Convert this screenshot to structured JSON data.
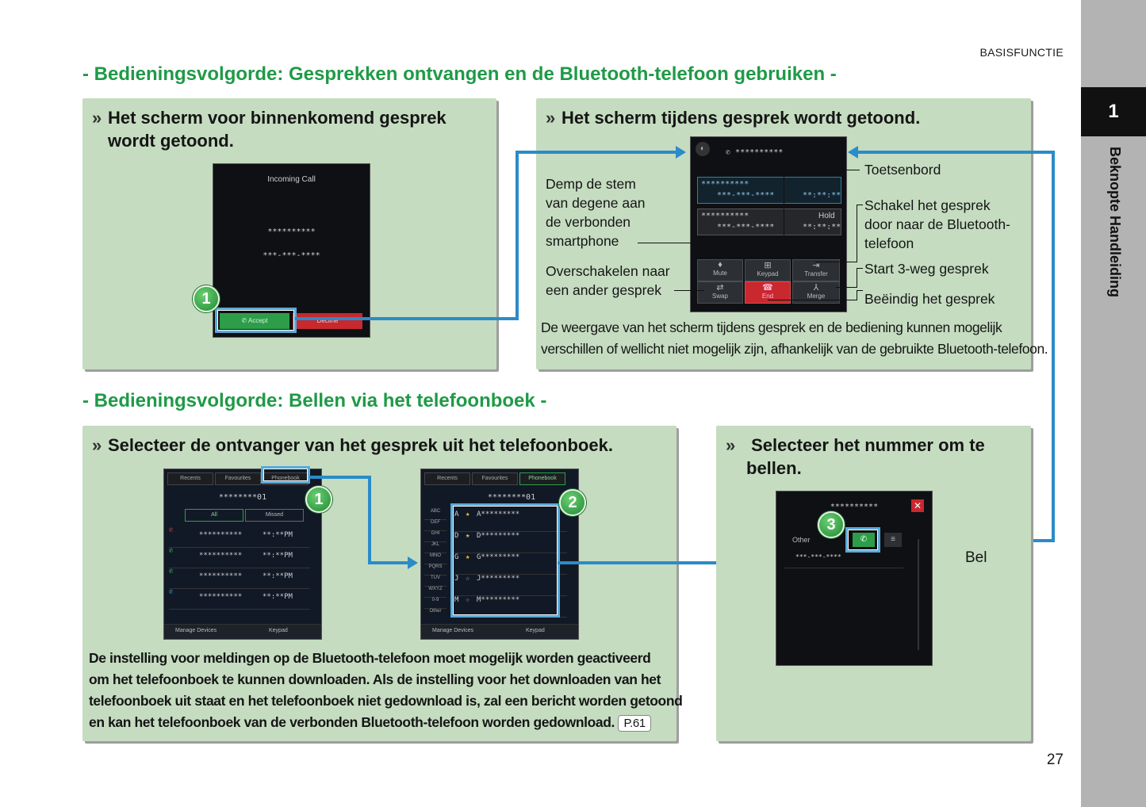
{
  "header": {
    "running_title": "BASISFUNCTIE",
    "page_number": "27",
    "chapter_number": "1",
    "chapter_title": "Beknopte Handleiding"
  },
  "section1": {
    "title": "- Bedieningsvolgorde: Gesprekken ontvangen en de Bluetooth-telefoon gebruiken -",
    "box_left": {
      "title_line1": "Het scherm voor binnenkomend gesprek",
      "title_line2": "wordt getoond.",
      "screen": {
        "heading": "Incoming Call",
        "name": "**********",
        "number": "***-***-****",
        "accept": "Accept",
        "decline": "Decline"
      },
      "step": "1"
    },
    "box_right": {
      "title": "Het scherm tijdens gesprek wordt getoond.",
      "labels": {
        "mute_line1": "Demp de stem",
        "mute_line2": "van degene aan",
        "mute_line3": "de verbonden",
        "mute_line4": "smartphone",
        "swap_line1": "Overschakelen naar",
        "swap_line2": "een ander gesprek",
        "keypad": "Toetsenbord",
        "transfer_line1": "Schakel het gesprek",
        "transfer_line2": "door naar de Bluetooth-",
        "transfer_line3": "telefoon",
        "merge": "Start 3-weg gesprek",
        "end": "Beëindig het gesprek"
      },
      "screen": {
        "title": "**********",
        "call1_name": "**********",
        "call1_number": "***-***-****",
        "call1_time": "**:**:**",
        "call2_name": "**********",
        "call2_number": "***-***-****",
        "call2_status": "Hold",
        "call2_time": "**:**:**",
        "buttons": [
          "Mute",
          "Keypad",
          "Transfer",
          "Swap",
          "End",
          "Merge"
        ]
      },
      "note_line1": "De weergave van het scherm tijdens gesprek en de bediening kunnen mogelijk",
      "note_line2": "verschillen of wellicht niet mogelijk zijn, afhankelijk van de gebruikte Bluetooth-telefoon."
    }
  },
  "section2": {
    "title": "- Bedieningsvolgorde: Bellen via het telefoonboek -",
    "box_left": {
      "title": "Selecteer de ontvanger van het gesprek uit het telefoonboek.",
      "screen1": {
        "tabs": [
          "Recents",
          "Favourites",
          "Phonebook"
        ],
        "header": "********01",
        "filters": [
          "All",
          "Missed"
        ],
        "rows": [
          {
            "name": "**********",
            "time": "**:**PM"
          },
          {
            "name": "**********",
            "time": "**:**PM"
          },
          {
            "name": "**********",
            "time": "**:**PM"
          },
          {
            "name": "**********",
            "time": "**:**PM"
          }
        ],
        "footer_left": "Manage Devices",
        "footer_right": "Keypad"
      },
      "screen2": {
        "tabs": [
          "Recents",
          "Favourites",
          "Phonebook"
        ],
        "header": "********01",
        "index": [
          "ABC",
          "DEF",
          "GHI",
          "JKL",
          "MNO",
          "PQRS",
          "TUV",
          "WXYZ",
          "0-9",
          "Other"
        ],
        "rows": [
          {
            "letter": "A",
            "name": "A*********"
          },
          {
            "letter": "D",
            "name": "D*********"
          },
          {
            "letter": "G",
            "name": "G*********"
          },
          {
            "letter": "J",
            "name": "J*********"
          },
          {
            "letter": "M",
            "name": "M*********"
          }
        ],
        "footer_left": "Manage Devices",
        "footer_right": "Keypad"
      },
      "steps": [
        "1",
        "2"
      ],
      "note_line1": "De instelling voor meldingen op de Bluetooth-telefoon moet mogelijk worden geactiveerd",
      "note_line2": "om het telefoonboek te kunnen downloaden. Als de instelling voor het downloaden van het",
      "note_line3": "telefoonboek uit staat en het telefoonboek niet gedownload is, zal een bericht worden getoond",
      "note_line4": "en kan het telefoonboek van de verbonden Bluetooth-telefoon worden gedownload.",
      "page_ref": "P.61"
    },
    "box_right": {
      "title_line1": "Selecteer het nummer om te",
      "title_line2": "bellen.",
      "screen": {
        "name": "**********",
        "label": "Other",
        "number": "***-***-****"
      },
      "step": "3",
      "call_label": "Bel"
    }
  },
  "colors": {
    "section_green": "#1f9a47",
    "box_green": "#c5dcc0",
    "connector_blue": "#2a8cc8",
    "sidebar_gray": "#b3b3b3"
  }
}
